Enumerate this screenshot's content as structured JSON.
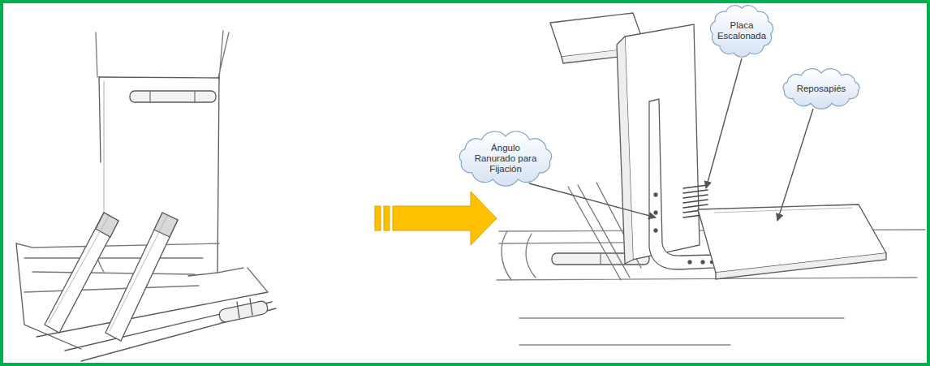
{
  "diagram": {
    "nodes": [
      {
        "text": [
          "Placa Escalonada"
        ]
      },
      {
        "text": [
          "Reposapiés"
        ]
      },
      {
        "text": [
          "Ángulo Ranurado para Fijación"
        ]
      }
    ]
  }
}
